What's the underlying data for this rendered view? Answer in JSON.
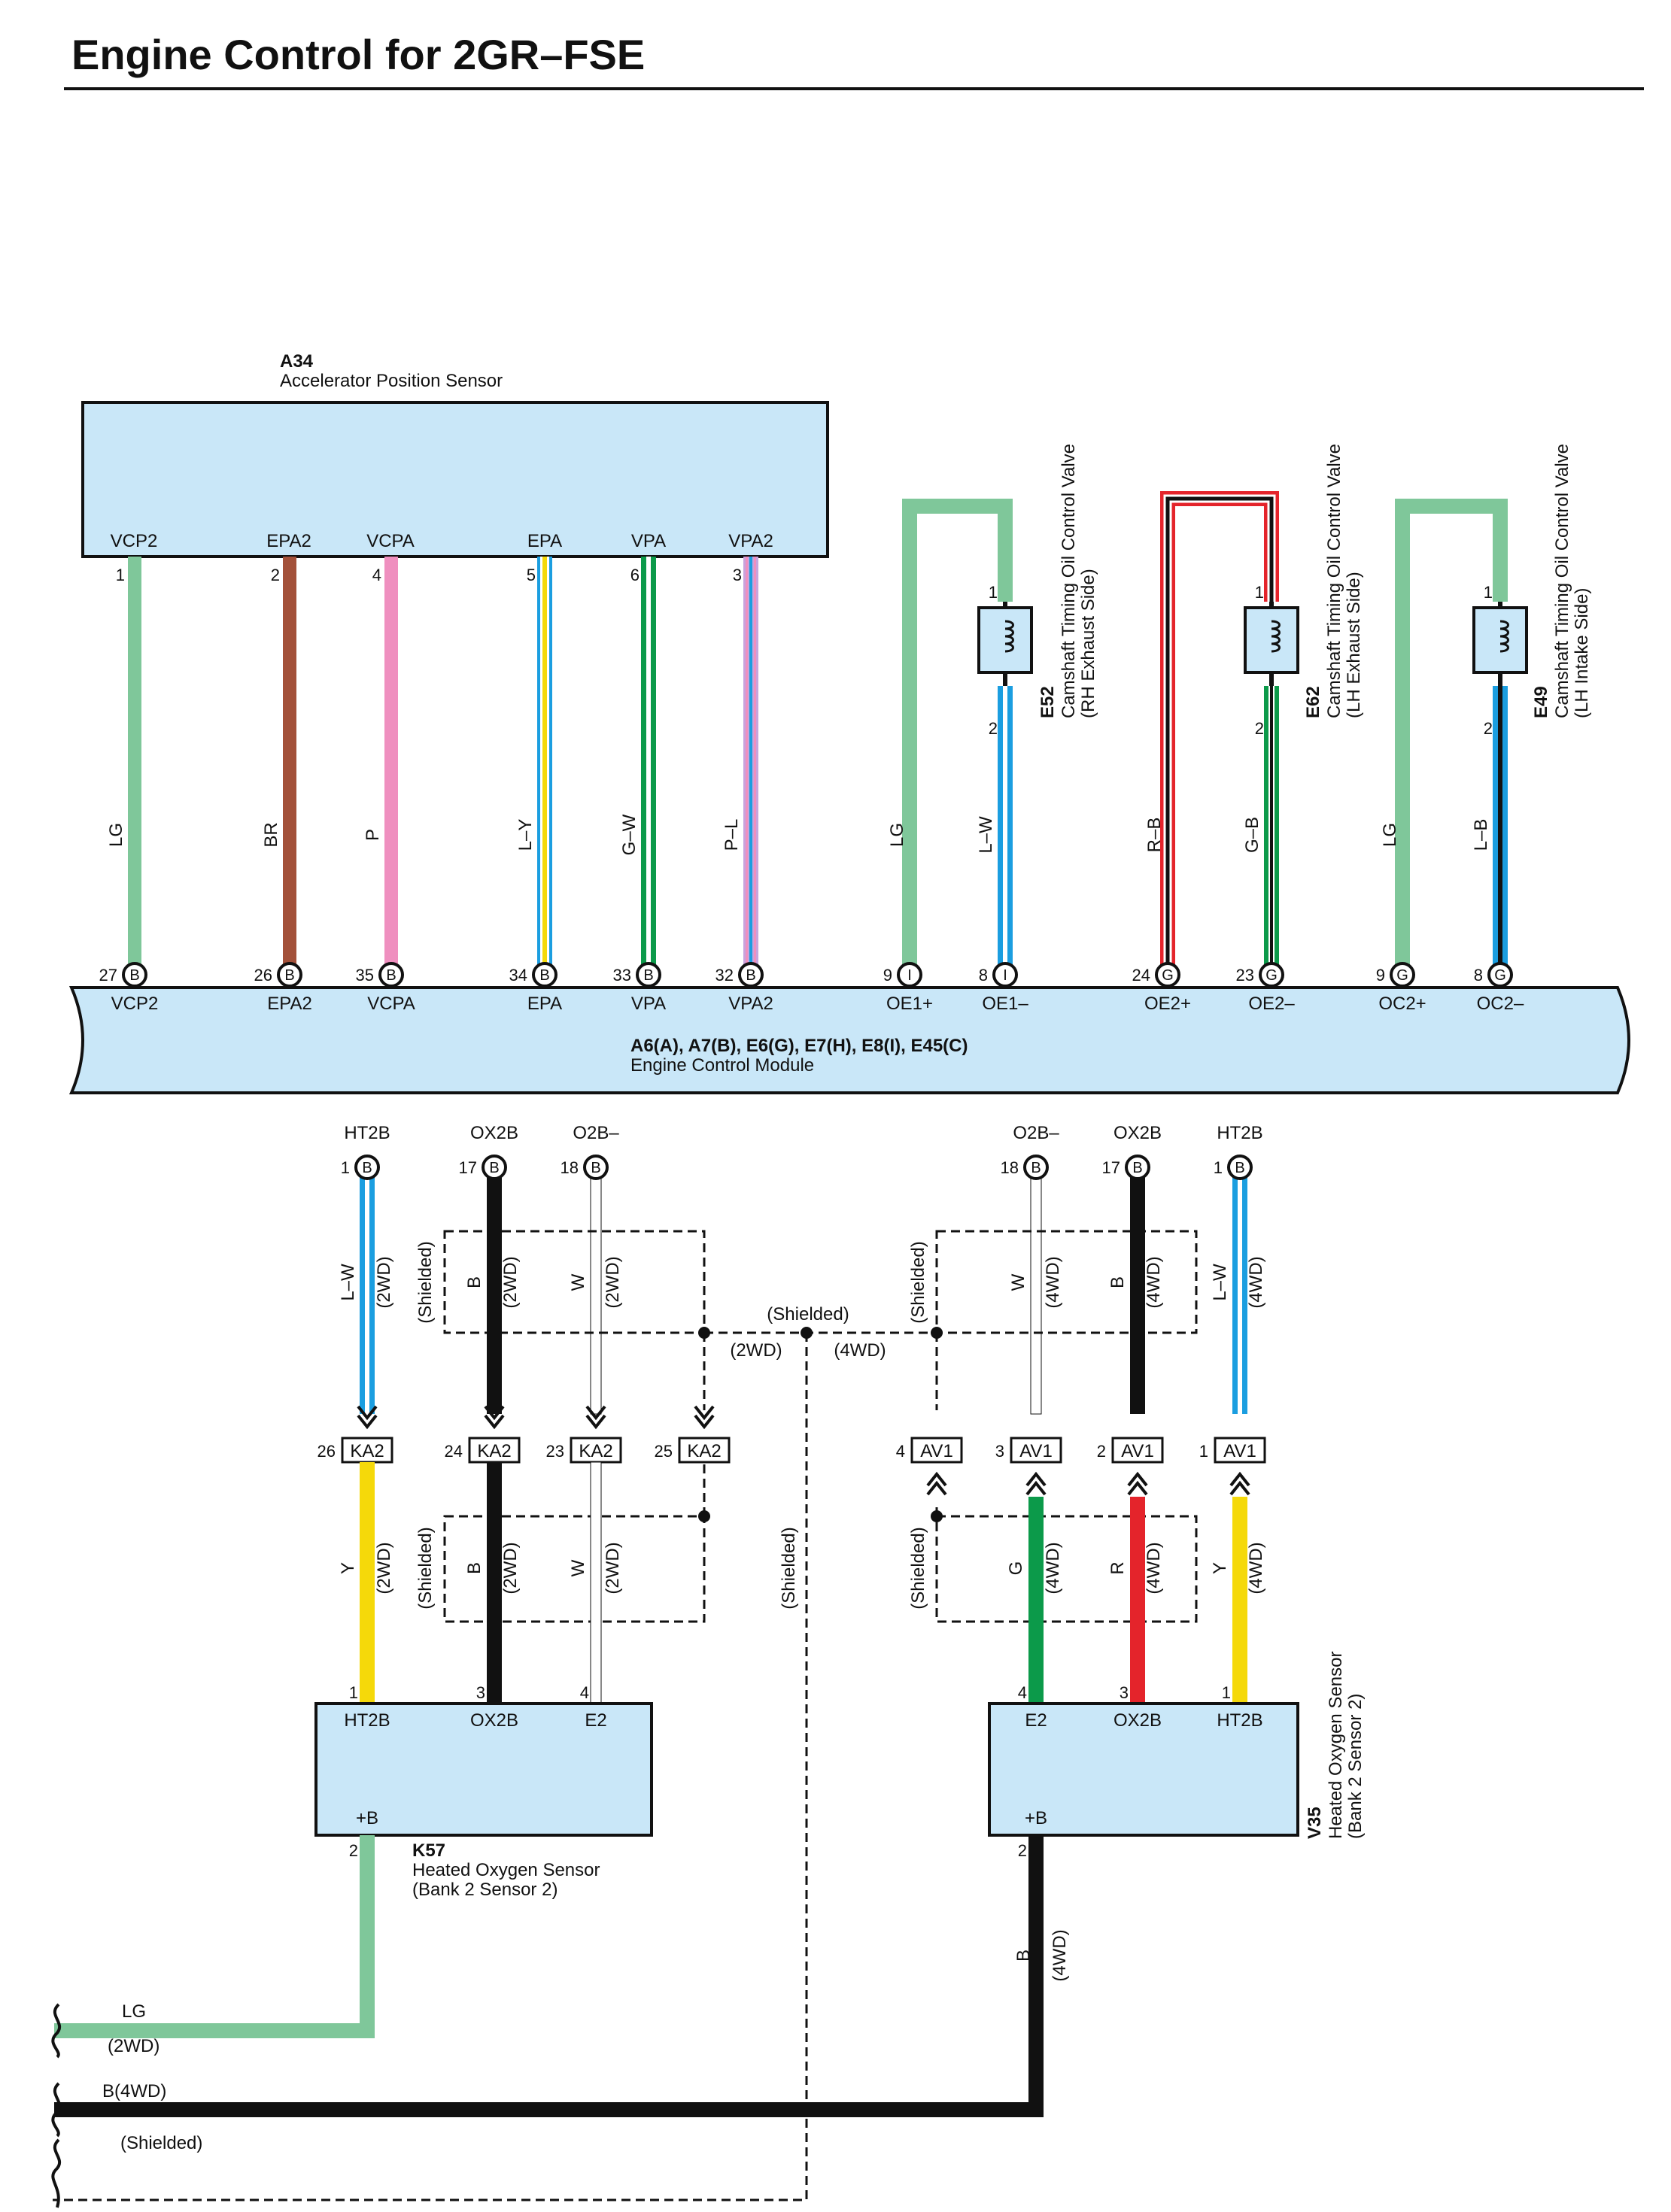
{
  "header": {
    "title": "Engine Control for 2GR–FSE"
  },
  "colors": {
    "LG": "#7fc79a",
    "BR": "#a3513a",
    "P": "#ef8fbf",
    "L": "#1b9ee0",
    "Y": "#f5d90a",
    "G": "#0c9a4a",
    "R": "#e4242b",
    "B": "#111111",
    "W": "#ffffff",
    "comp_fill": "#c9e7f8"
  },
  "a34": {
    "code": "A34",
    "name": "Accelerator Position Sensor",
    "terms": [
      "VCP2",
      "EPA2",
      "VCPA",
      "EPA",
      "VPA",
      "VPA2"
    ],
    "pins": [
      "1",
      "2",
      "4",
      "5",
      "6",
      "3"
    ]
  },
  "wires_top": [
    "LG",
    "BR",
    "P",
    "L–Y",
    "G–W",
    "P–L"
  ],
  "valves": [
    {
      "code": "E52",
      "name1": "Camshaft Timing Oil Control Valve",
      "name2": "(RH Exhaust Side)",
      "pin1": "1",
      "pin2": "2",
      "wire_up": "LG",
      "wire_dn": "L–W"
    },
    {
      "code": "E62",
      "name1": "Camshaft Timing Oil Control Valve",
      "name2": "(LH Exhaust Side)",
      "pin1": "1",
      "pin2": "2",
      "wire_up": "R–B",
      "wire_dn": "G–B"
    },
    {
      "code": "E49",
      "name1": "Camshaft Timing Oil Control Valve",
      "name2": "(LH Intake Side)",
      "pin1": "1",
      "pin2": "2",
      "wire_up": "LG",
      "wire_dn": "L–B"
    }
  ],
  "ecm": {
    "code": "A6(A), A7(B), E6(G), E7(H), E8(I), E45(C)",
    "name": "Engine Control Module",
    "top_pins": [
      {
        "num": "27",
        "conn": "B",
        "term": "VCP2"
      },
      {
        "num": "26",
        "conn": "B",
        "term": "EPA2"
      },
      {
        "num": "35",
        "conn": "B",
        "term": "VCPA"
      },
      {
        "num": "34",
        "conn": "B",
        "term": "EPA"
      },
      {
        "num": "33",
        "conn": "B",
        "term": "VPA"
      },
      {
        "num": "32",
        "conn": "B",
        "term": "VPA2"
      },
      {
        "num": "9",
        "conn": "I",
        "term": "OE1+"
      },
      {
        "num": "8",
        "conn": "I",
        "term": "OE1–"
      },
      {
        "num": "24",
        "conn": "G",
        "term": "OE2+"
      },
      {
        "num": "23",
        "conn": "G",
        "term": "OE2–"
      },
      {
        "num": "9",
        "conn": "G",
        "term": "OC2+"
      },
      {
        "num": "8",
        "conn": "G",
        "term": "OC2–"
      }
    ],
    "bottom_pins": [
      {
        "num": "1",
        "conn": "B",
        "term": "HT2B"
      },
      {
        "num": "17",
        "conn": "B",
        "term": "OX2B"
      },
      {
        "num": "18",
        "conn": "B",
        "term": "O2B–"
      },
      {
        "num": "18",
        "conn": "B",
        "term": "O2B–"
      },
      {
        "num": "17",
        "conn": "B",
        "term": "OX2B"
      },
      {
        "num": "1",
        "conn": "B",
        "term": "HT2B"
      }
    ]
  },
  "left_upper_wires": [
    {
      "color": "L–W",
      "note": "(2WD)"
    },
    {
      "color": "B",
      "note": "(2WD)"
    },
    {
      "color": "W",
      "note": "(2WD)"
    }
  ],
  "right_upper_wires": [
    {
      "color": "W",
      "note": "(4WD)"
    },
    {
      "color": "B",
      "note": "(4WD)"
    },
    {
      "color": "L–W",
      "note": "(4WD)"
    }
  ],
  "shield": {
    "label": "(Shielded)",
    "note_2wd": "(2WD)",
    "note_4wd": "(4WD)"
  },
  "ka2": {
    "name": "KA2",
    "pins": [
      "26",
      "24",
      "23",
      "25"
    ]
  },
  "av1": {
    "name": "AV1",
    "pins": [
      "4",
      "3",
      "2",
      "1"
    ]
  },
  "left_lower_wires": [
    {
      "color": "Y",
      "note": "(2WD)"
    },
    {
      "color": "B",
      "note": "(2WD)"
    },
    {
      "color": "W",
      "note": "(2WD)"
    }
  ],
  "right_lower_wires": [
    {
      "color": "G",
      "note": "(4WD)"
    },
    {
      "color": "R",
      "note": "(4WD)"
    },
    {
      "color": "Y",
      "note": "(4WD)"
    }
  ],
  "k57": {
    "code": "K57",
    "name1": "Heated Oxygen Sensor",
    "name2": "(Bank 2 Sensor 2)",
    "terms": [
      "HT2B",
      "OX2B",
      "E2"
    ],
    "pins": [
      "1",
      "3",
      "4"
    ],
    "plusb": "+B",
    "plusb_pin": "2"
  },
  "v35": {
    "code": "V35",
    "name1": "Heated Oxygen Sensor",
    "name2": "(Bank 2 Sensor 2)",
    "terms": [
      "E2",
      "OX2B",
      "HT2B"
    ],
    "pins": [
      "4",
      "3",
      "1"
    ],
    "plusb": "+B",
    "plusb_pin": "2"
  },
  "v35_out": {
    "color": "B",
    "note": "(4WD)"
  },
  "bottom": {
    "lg": "LG",
    "lg_note": "(2WD)",
    "b4wd": "B(4WD)",
    "shielded": "(Shielded)"
  }
}
